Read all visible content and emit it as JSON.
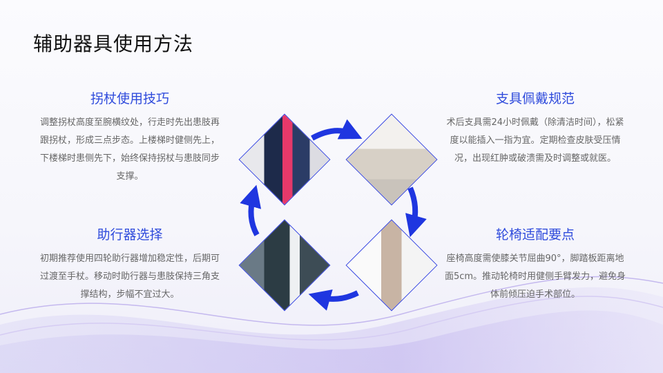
{
  "title": "辅助器具使用方法",
  "sections": [
    {
      "heading": "拐杖使用技巧",
      "body": "调整拐杖高度至腕横纹处，行走时先出患肢再跟拐杖，形成三点步态。上楼梯时健侧先上，下楼梯时患侧先下，始终保持拐杖与患肢同步支撑。"
    },
    {
      "heading": "支具佩戴规范",
      "body": "术后支具需24小时佩戴（除清洁时间），松紧度以能插入一指为宜。定期检查皮肤受压情况，出现红肿或破溃需及时调整或就医。"
    },
    {
      "heading": "助行器选择",
      "body": "初期推荐使用四轮助行器增加稳定性，后期可过渡至手杖。移动时助行器与患肢保持三角支撑结构，步幅不宜过大。"
    },
    {
      "heading": "轮椅适配要点",
      "body": "座椅高度需使膝关节屈曲90°，脚踏板距离地面5cm。推动轮椅时用健侧手臂发力，避免身体前倾压迫手术部位。"
    }
  ],
  "colors": {
    "accent": "#2f4bdc",
    "arrow": "#1f36e0"
  }
}
